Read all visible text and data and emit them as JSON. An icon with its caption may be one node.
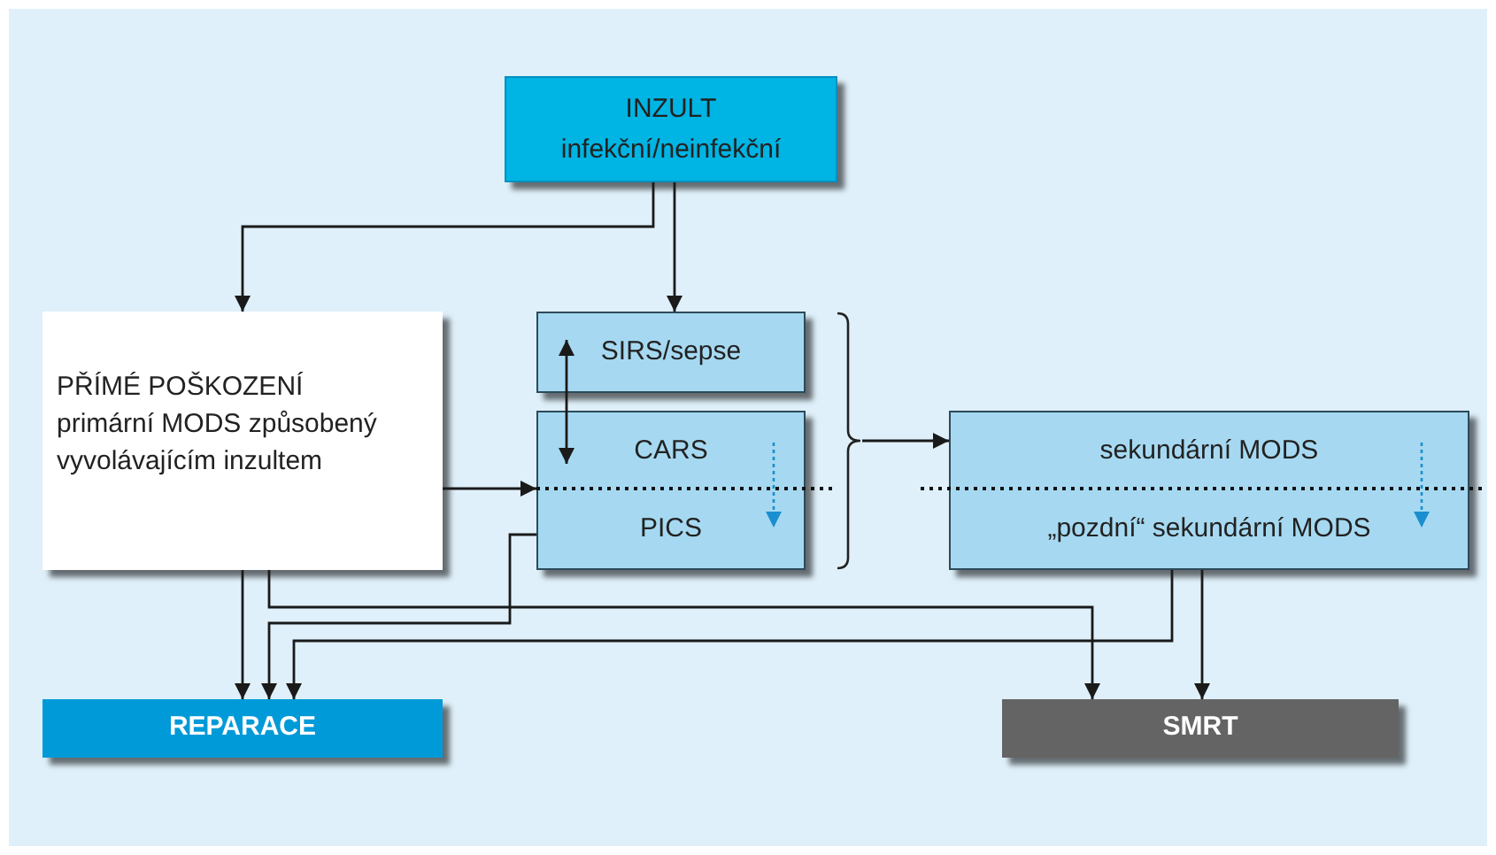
{
  "diagram": {
    "nodes": [
      {
        "text": [
          "INZULT",
          "infekční/neinfekční"
        ]
      },
      {
        "text": [
          "PŘÍMÉ POŠKOZENÍ",
          "primární MODS způsobený vyvolávajícím inzultem"
        ]
      },
      {
        "text": [
          "SIRS/sepse"
        ]
      },
      {
        "text": [
          "CARS",
          "PICS"
        ]
      },
      {
        "text": [
          "sekundární MODS",
          "„pozdní“ sekundární MODS"
        ]
      },
      {
        "text": [
          "REPARACE"
        ]
      },
      {
        "text": [
          "SMRT"
        ]
      },
      {
        "text": [],
        "shape": "brace"
      }
    ],
    "edges": [
      {
        "from": 0,
        "to": 1,
        "arrow": "to"
      },
      {
        "from": 0,
        "to": 2,
        "arrow": "to"
      },
      {
        "from": 2,
        "to": 3,
        "arrow": "both"
      },
      {
        "from": 1,
        "to": 3,
        "arrow": "to"
      },
      {
        "from": 7,
        "to": 4,
        "arrow": "to"
      },
      {
        "from": 1,
        "to": 5,
        "arrow": "to"
      },
      {
        "from": 3,
        "to": 5,
        "arrow": "to"
      },
      {
        "from": 4,
        "to": 5,
        "arrow": "to"
      },
      {
        "from": 1,
        "to": 6,
        "arrow": "to"
      },
      {
        "from": 4,
        "to": 6,
        "arrow": "to"
      }
    ]
  }
}
